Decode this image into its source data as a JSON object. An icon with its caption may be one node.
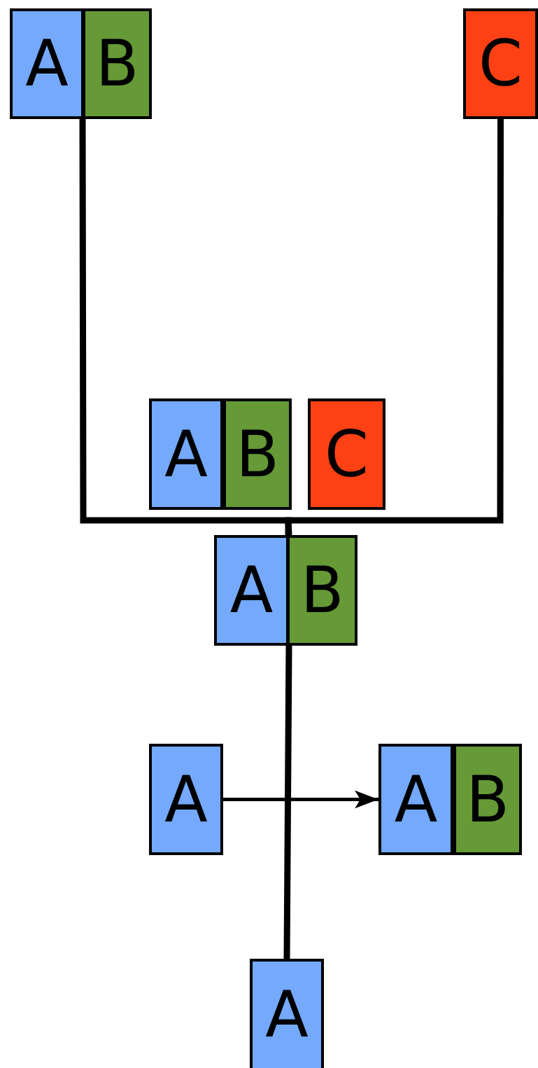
{
  "diagram": {
    "nodes": [
      {
        "text": [
          "A"
        ]
      },
      {
        "text": [
          "B"
        ]
      },
      {
        "text": [
          "C"
        ]
      },
      {
        "text": [
          "A"
        ]
      },
      {
        "text": [
          "B"
        ]
      },
      {
        "text": [
          "C"
        ]
      },
      {
        "text": [
          "A"
        ]
      },
      {
        "text": [
          "B"
        ]
      },
      {
        "text": [
          "A"
        ]
      },
      {
        "text": [
          "A"
        ]
      },
      {
        "text": [
          "B"
        ]
      },
      {
        "text": [
          "A"
        ]
      }
    ],
    "edges": [
      {
        "from": 1,
        "to": 6,
        "arrow": "none"
      },
      {
        "from": 2,
        "to": 7,
        "arrow": "none"
      },
      {
        "from": 6,
        "to": 11,
        "arrow": "none"
      },
      {
        "from": 8,
        "to": 9,
        "arrow": "to"
      }
    ]
  }
}
